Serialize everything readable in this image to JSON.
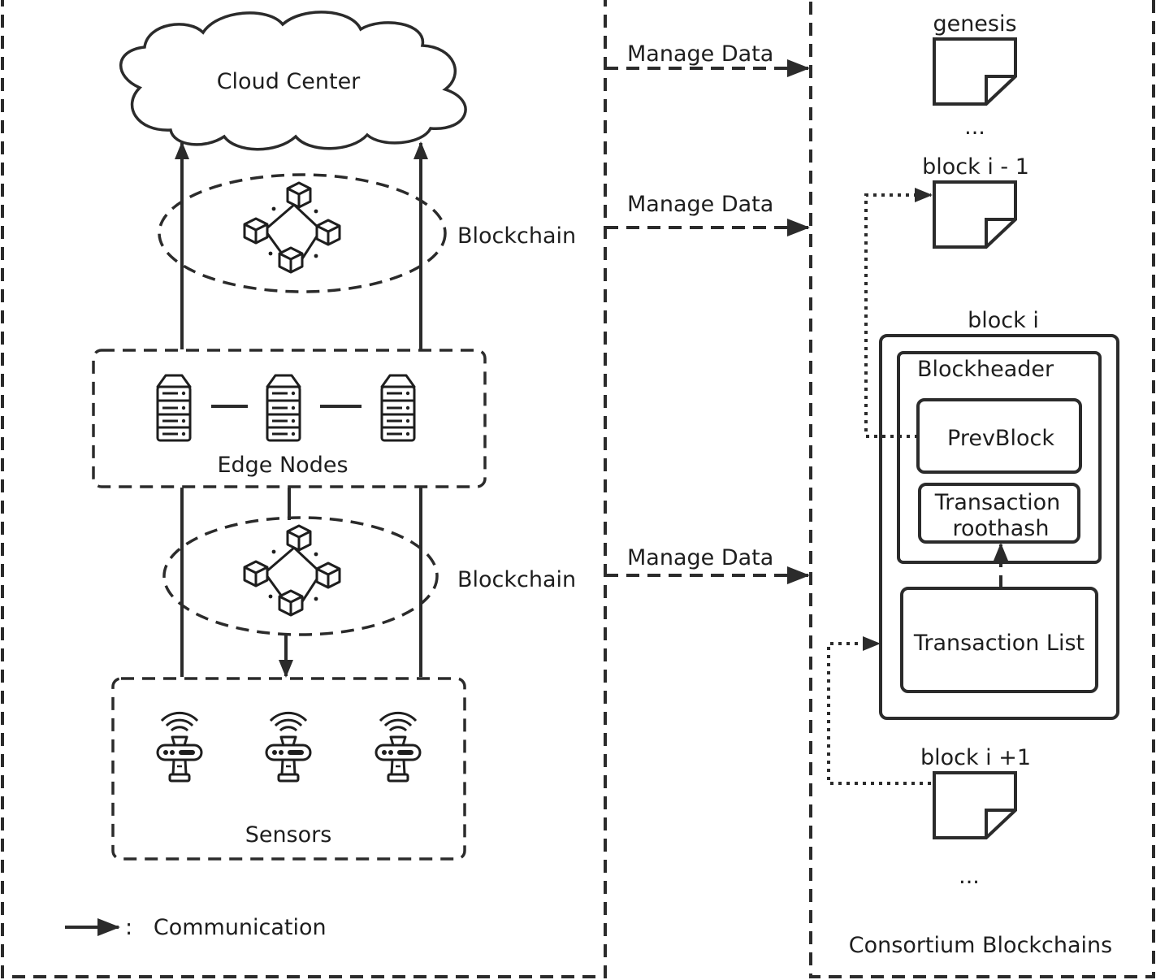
{
  "system": {
    "cloud_label": "Cloud Center",
    "blockchain_upper_label": "Blockchain",
    "blockchain_lower_label": "Blockchain",
    "edge_nodes_label": "Edge Nodes",
    "sensors_label": "Sensors",
    "legend_label": ":   Communication"
  },
  "arrows": {
    "manage_data_1": "Manage Data",
    "manage_data_2": "Manage Data",
    "manage_data_3": "Manage Data"
  },
  "chain": {
    "title": "Consortium Blockchains",
    "genesis": "genesis",
    "ellipsis_top": "...",
    "block_prev": "block i - 1",
    "block_i": "block i",
    "blockheader": "Blockheader",
    "prev_block": "PrevBlock",
    "tx_root_line1": "Transaction",
    "tx_root_line2": "roothash",
    "tx_list": "Transaction List",
    "block_next": "block i +1",
    "ellipsis_bottom": "..."
  },
  "icons": {
    "cube_network": "blockchain-cubes-icon",
    "server": "server-icon",
    "sensor": "sensor-icon",
    "document": "block-document-icon"
  }
}
